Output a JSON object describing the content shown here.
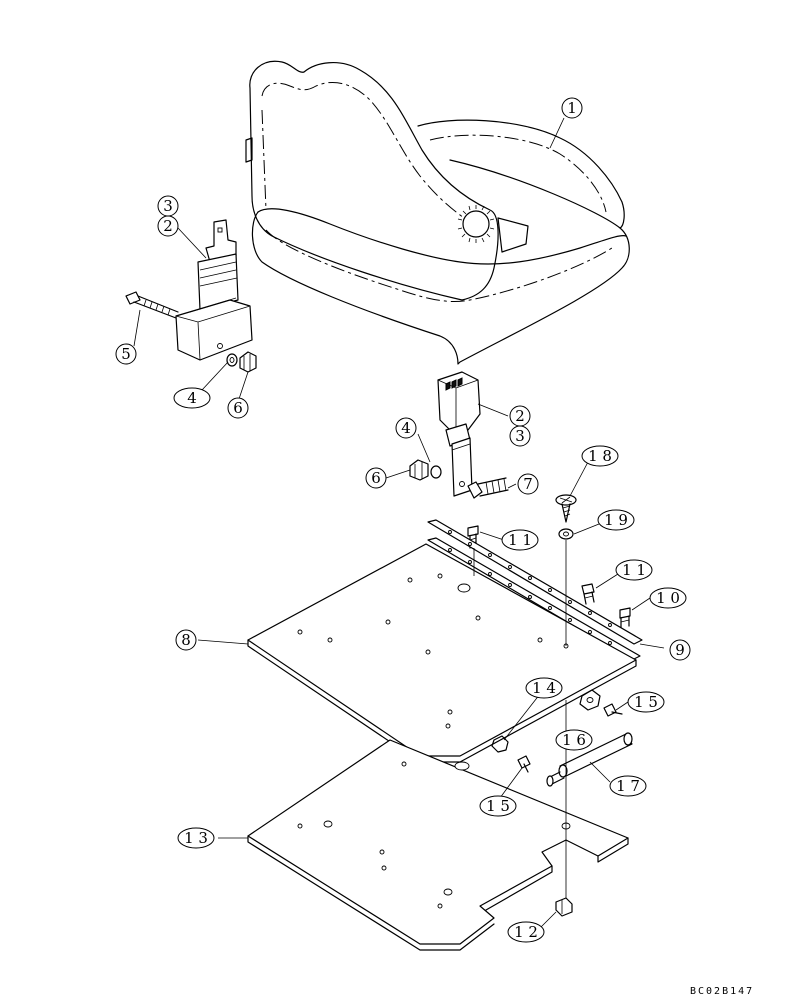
{
  "drawing_reference": "BC02B147",
  "callouts": [
    {
      "id": "c1",
      "text": "1"
    },
    {
      "id": "c3a",
      "text": "3"
    },
    {
      "id": "c2a",
      "text": "2"
    },
    {
      "id": "c5",
      "text": "5"
    },
    {
      "id": "c4a",
      "text": "4"
    },
    {
      "id": "c6a",
      "text": "6"
    },
    {
      "id": "c2b",
      "text": "2"
    },
    {
      "id": "c3b",
      "text": "3"
    },
    {
      "id": "c4b",
      "text": "4"
    },
    {
      "id": "c6b",
      "text": "6"
    },
    {
      "id": "c7",
      "text": "7"
    },
    {
      "id": "c18",
      "text": "1 8"
    },
    {
      "id": "c19",
      "text": "1 9"
    },
    {
      "id": "c11a",
      "text": "1 1"
    },
    {
      "id": "c11b",
      "text": "1 1"
    },
    {
      "id": "c10",
      "text": "1 0"
    },
    {
      "id": "c8",
      "text": "8"
    },
    {
      "id": "c9",
      "text": "9"
    },
    {
      "id": "c14",
      "text": "1 4"
    },
    {
      "id": "c15a",
      "text": "1 5"
    },
    {
      "id": "c16",
      "text": "1 6"
    },
    {
      "id": "c17",
      "text": "1 7"
    },
    {
      "id": "c15b",
      "text": "1 5"
    },
    {
      "id": "c13",
      "text": "1 3"
    },
    {
      "id": "c12",
      "text": "1 2"
    }
  ]
}
